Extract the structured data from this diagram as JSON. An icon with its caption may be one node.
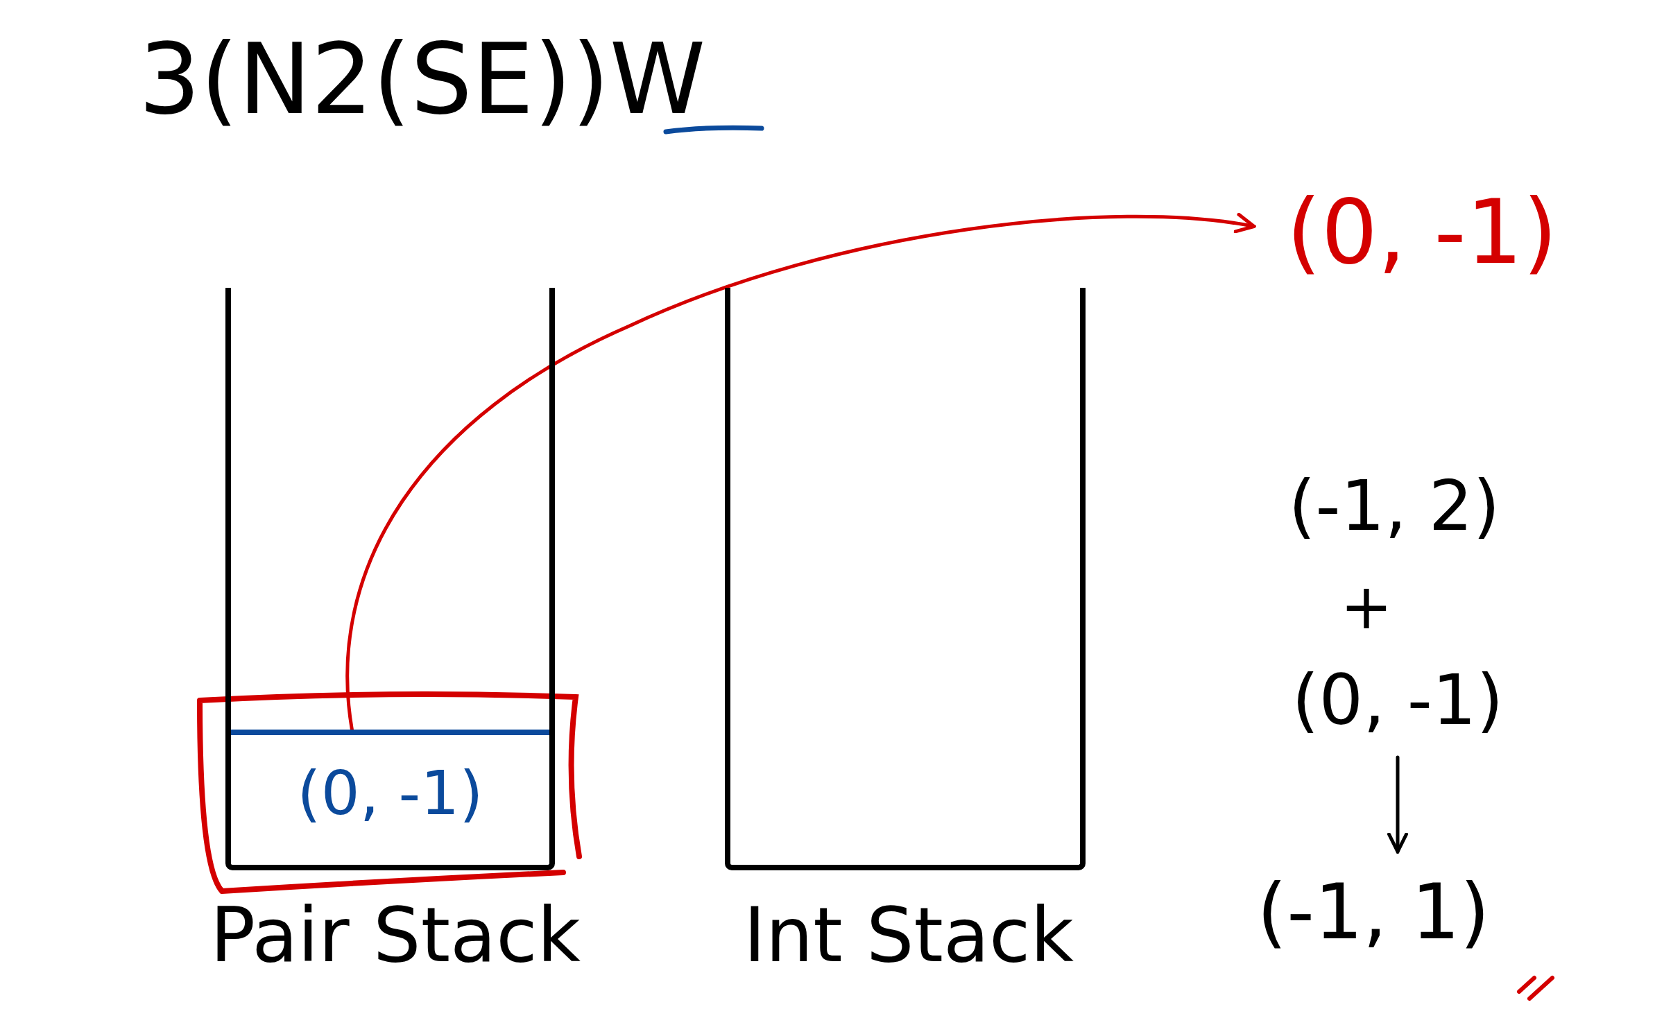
{
  "diagram": {
    "title": "3(N2(SE))W",
    "nodes": [
      {
        "text": [
          "Pair Stack"
        ]
      },
      {
        "text": [
          "(0, -1)"
        ],
        "in": 0
      },
      {
        "text": [
          "(0, -1)"
        ]
      },
      {
        "text": [
          "Int Stack"
        ]
      },
      {
        "text": [
          "(0, -1)"
        ]
      },
      {
        "text": [
          "(-1, 1)"
        ]
      }
    ],
    "edges": [
      {
        "from": 1,
        "to": 2,
        "arrow": "to",
        "color": "#d40000"
      },
      {
        "from": 4,
        "to": 5,
        "arrow": "to",
        "color": "#000000"
      }
    ],
    "labels": [
      "(-1, 2)",
      "+"
    ]
  }
}
